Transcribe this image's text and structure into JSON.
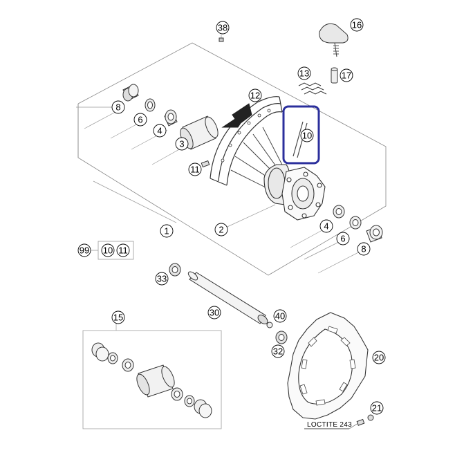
{
  "callouts": [
    {
      "id": "c38",
      "label": "38"
    },
    {
      "id": "c16",
      "label": "16"
    },
    {
      "id": "c13",
      "label": "13"
    },
    {
      "id": "c17",
      "label": "17"
    },
    {
      "id": "c12",
      "label": "12"
    },
    {
      "id": "c8a",
      "label": "8"
    },
    {
      "id": "c6a",
      "label": "6"
    },
    {
      "id": "c4a",
      "label": "4"
    },
    {
      "id": "c3",
      "label": "3"
    },
    {
      "id": "c10a",
      "label": "10"
    },
    {
      "id": "c11a",
      "label": "11"
    },
    {
      "id": "c1",
      "label": "1"
    },
    {
      "id": "c2",
      "label": "2"
    },
    {
      "id": "c4b",
      "label": "4"
    },
    {
      "id": "c6b",
      "label": "6"
    },
    {
      "id": "c8b",
      "label": "8"
    },
    {
      "id": "c99",
      "label": "99"
    },
    {
      "id": "c10b",
      "label": "10"
    },
    {
      "id": "c11b",
      "label": "11"
    },
    {
      "id": "c33",
      "label": "33"
    },
    {
      "id": "c30",
      "label": "30"
    },
    {
      "id": "c15",
      "label": "15"
    },
    {
      "id": "c40",
      "label": "40"
    },
    {
      "id": "c32",
      "label": "32"
    },
    {
      "id": "c20",
      "label": "20"
    },
    {
      "id": "c21",
      "label": "21"
    }
  ],
  "notes": {
    "loctite": "LOCTITE 243"
  },
  "highlight": {
    "color": "#2b2f9c",
    "target_label": "10"
  }
}
